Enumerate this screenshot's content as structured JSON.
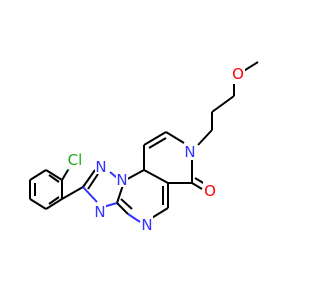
{
  "atom_labels": {
    "cl": "Cl",
    "n_triazole_1": "N",
    "n_triazole_2": "N",
    "n_triazole_3": "N",
    "n_pyrimidine": "N",
    "n_pyridine": "N",
    "o_carbonyl": "O",
    "o_ether": "O"
  },
  "colors": {
    "carbon_bonds": "#000000",
    "nitrogen": "#3333ff",
    "oxygen": "#ff0000",
    "chlorine": "#1faa1f"
  }
}
